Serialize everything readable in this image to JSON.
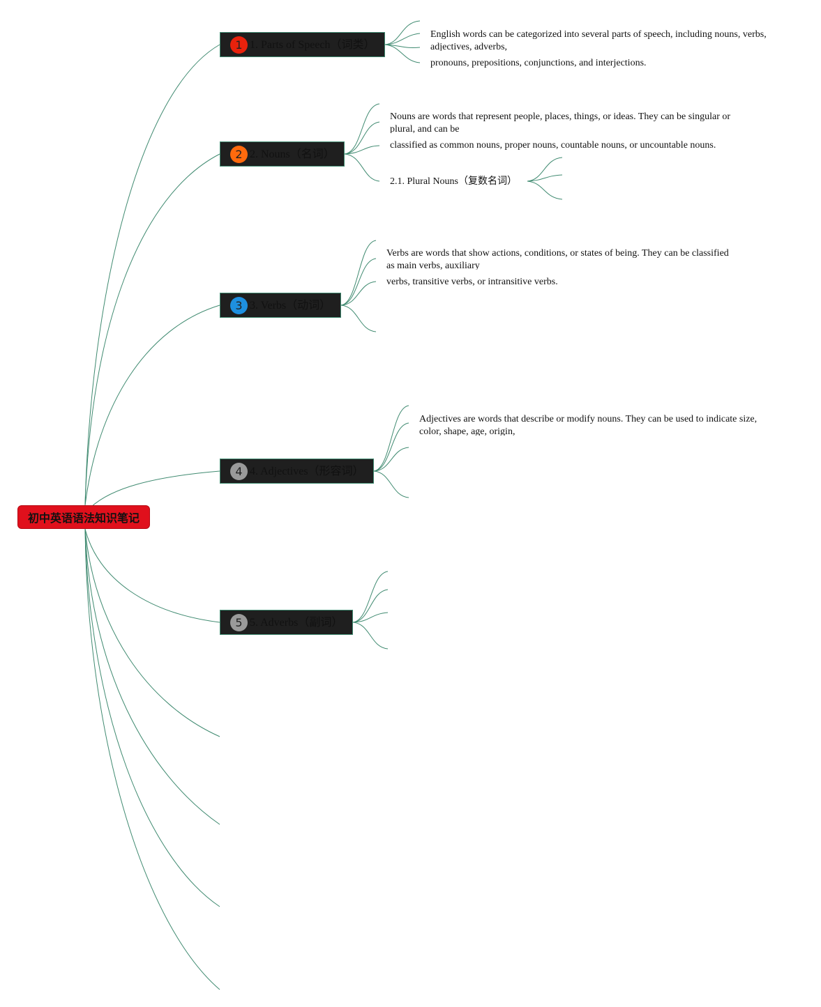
{
  "colors": {
    "root": "#e0101c",
    "topic_fill": "#1f1f1f",
    "link": "#3f8a70",
    "badge_1": "#e8220c",
    "badge_2": "#ff6a0d",
    "badge_3": "#1e90e0",
    "badge_4": "#9a9a9a",
    "badge_5": "#9a9a9a"
  },
  "root": {
    "label": "初中英语语法知识笔记"
  },
  "topics": [
    {
      "number": "1",
      "label": "1. Parts of Speech（词类）",
      "notes": [
        "English words can be categorized into several parts of speech, including nouns, verbs, adjectives, adverbs,",
        "pronouns, prepositions, conjunctions, and interjections."
      ]
    },
    {
      "number": "2",
      "label": "2. Nouns（名词）",
      "notes": [
        "Nouns are words that represent people, places, things, or ideas. They can be singular or plural, and can be",
        "classified as common nouns, proper nouns, countable nouns, or uncountable nouns."
      ],
      "subtopic": "2.1. Plural Nouns（复数名词）"
    },
    {
      "number": "3",
      "label": "3. Verbs（动词）",
      "notes": [
        "Verbs are words that show actions, conditions, or states of being. They can be classified as main verbs, auxiliary",
        "verbs, transitive verbs, or intransitive verbs."
      ]
    },
    {
      "number": "4",
      "label": "4. Adjectives（形容词）",
      "notes": [
        "Adjectives are words that describe or modify nouns. They can be used to indicate size, color, shape, age, origin,"
      ]
    },
    {
      "number": "5",
      "label": "5. Adverbs（副词）"
    }
  ]
}
